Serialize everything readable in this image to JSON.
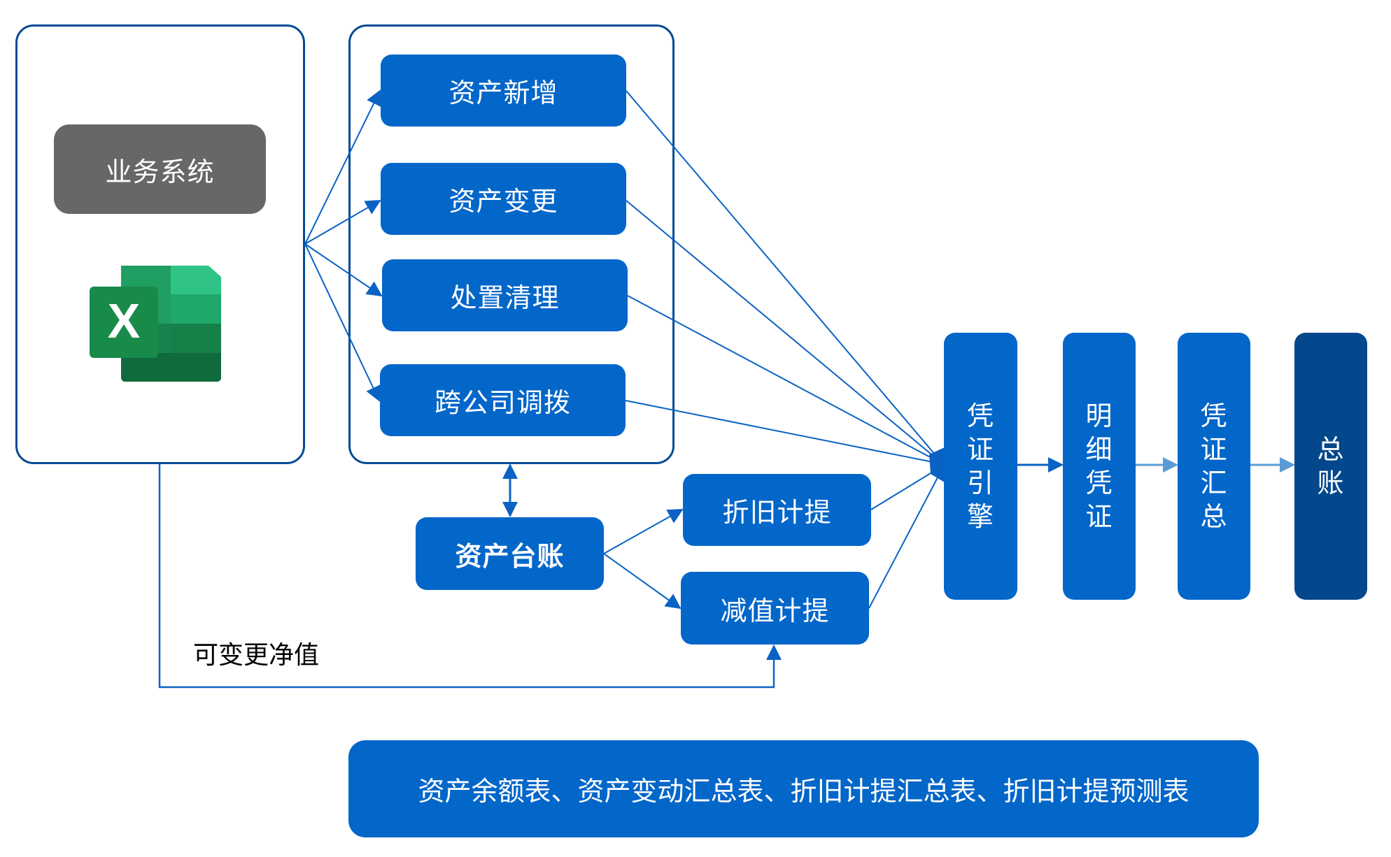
{
  "source_panel": {
    "system_button": "业务系统",
    "excel_icon": "excel-icon",
    "excel_letter": "X"
  },
  "operations": [
    {
      "label": "资产新增"
    },
    {
      "label": "资产变更"
    },
    {
      "label": "处置清理"
    },
    {
      "label": "跨公司调拨"
    }
  ],
  "ledger": {
    "label": "资产台账"
  },
  "provisions": [
    {
      "label": "折旧计提"
    },
    {
      "label": "减值计提"
    }
  ],
  "net_value_label": "可变更净值",
  "pipeline": [
    {
      "label": "凭证引擎",
      "chars": [
        "凭",
        "证",
        "引",
        "擎"
      ]
    },
    {
      "label": "明细凭证",
      "chars": [
        "明",
        "细",
        "凭",
        "证"
      ]
    },
    {
      "label": "凭证汇总",
      "chars": [
        "凭",
        "证",
        "汇",
        "总"
      ]
    },
    {
      "label": "总账",
      "chars": [
        "总",
        "账"
      ]
    }
  ],
  "reports": {
    "label": "资产余额表、资产变动汇总表、折旧计提汇总表、折旧计提预测表"
  },
  "colors": {
    "primary": "#0366c9",
    "dark": "#03478d",
    "frame": "#034a96",
    "gray": "#676767",
    "line": "#0a62c4",
    "line_light": "#5b9bd5"
  }
}
